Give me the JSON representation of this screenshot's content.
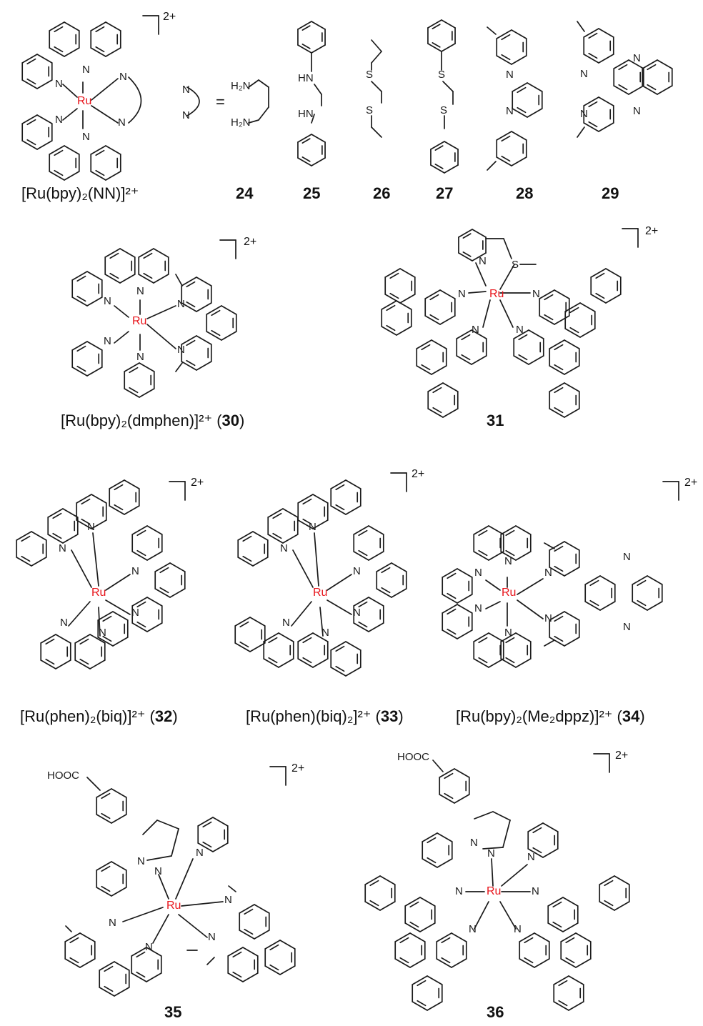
{
  "charge": "2+",
  "metal": "Ru",
  "ligand_labels": [
    "24",
    "25",
    "26",
    "27",
    "28",
    "29"
  ],
  "panel1": {
    "complex_name": "[Ru(bpy)₂(NN)]²⁺",
    "legend_n1": "N",
    "legend_n2": "N",
    "equals": "=",
    "en_h2n_top": "H₂N",
    "en_h2n_bottom": "H₂N"
  },
  "ligands": {
    "25": {
      "nh1": "HN",
      "nh2": "HN"
    },
    "26": {
      "s1": "S",
      "s2": "S"
    },
    "27": {
      "s1": "S",
      "s2": "S"
    }
  },
  "captions": {
    "c30_text": "[Ru(bpy)₂(dmphen)]²⁺ (",
    "c30_num": "30",
    "c30_end": ")",
    "c31": "31",
    "c32_text": "[Ru(phen)₂(biq)]²⁺ (",
    "c32_num": "32",
    "c32_end": ")",
    "c33_text": "[Ru(phen)(biq)₂]²⁺ (",
    "c33_num": "33",
    "c33_end": ")",
    "c34_text": "[Ru(bpy)₂(Me₂dppz)]²⁺ (",
    "c34_num": "34",
    "c34_end": ")",
    "c35": "35",
    "c36": "36"
  },
  "atoms": {
    "n": "N",
    "s": "S",
    "hooc": "HOOC"
  }
}
